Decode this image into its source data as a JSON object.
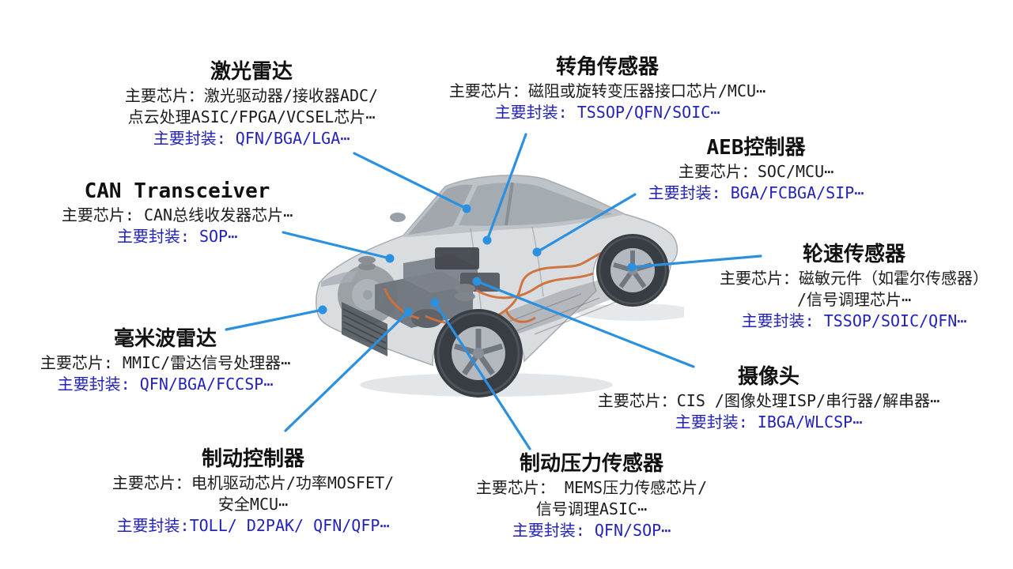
{
  "colors": {
    "connector_blue": "#2b90df",
    "package_blue": "#2323bb",
    "text_black": "#1c1c1c"
  },
  "labels": {
    "lidar": {
      "title": "激光雷达",
      "chips_line1": "主要芯片：激光驱动器/接收器ADC/",
      "chips_line2": "点云处理ASIC/FPGA/VCSEL芯片⋯",
      "package": "主要封装: QFN/BGA/LGA⋯"
    },
    "corner_sensor": {
      "title": "转角传感器",
      "chips_line1": "主要芯片：磁阻或旋转变压器接口芯片/MCU⋯",
      "package": "主要封装: TSSOP/QFN/SOIC⋯"
    },
    "aeb_controller": {
      "title": "AEB控制器",
      "chips_line1": "主要芯片：SOC/MCU⋯",
      "package": "主要封装: BGA/FCBGA/SIP⋯"
    },
    "can_transceiver": {
      "title": "CAN Transceiver",
      "chips_line1": "主要芯片: CAN总线收发器芯片⋯",
      "package": "主要封装: SOP⋯"
    },
    "wheel_speed_sensor": {
      "title": "轮速传感器",
      "chips_line1": "主要芯片：磁敏元件（如霍尔传感器）",
      "chips_line2": "/信号调理芯片⋯",
      "package": "主要封装: TSSOP/SOIC/QFN⋯"
    },
    "mmwave_radar": {
      "title": "毫米波雷达",
      "chips_line1": "主要芯片: MMIC/雷达信号处理器⋯",
      "package": "主要封装: QFN/BGA/FCCSP⋯"
    },
    "camera": {
      "title": "摄像头",
      "chips_line1": "主要芯片：CIS /图像处理ISP/串行器/解串器⋯",
      "package": "主要封装: IBGA/WLCSP⋯"
    },
    "brake_controller": {
      "title": "制动控制器",
      "chips_line1": "主要芯片：电机驱动芯片/功率MOSFET/",
      "chips_line2": "安全MCU⋯",
      "package": "主要封装:TOLL/ D2PAK/ QFN/QFP⋯"
    },
    "brake_pressure_sensor": {
      "title": "制动压力传感器",
      "chips_line1": "主要芯片：  MEMS压力传感芯片/",
      "chips_line2": "信号调理ASIC⋯",
      "package": "主要封装: QFN/SOP⋯"
    }
  }
}
